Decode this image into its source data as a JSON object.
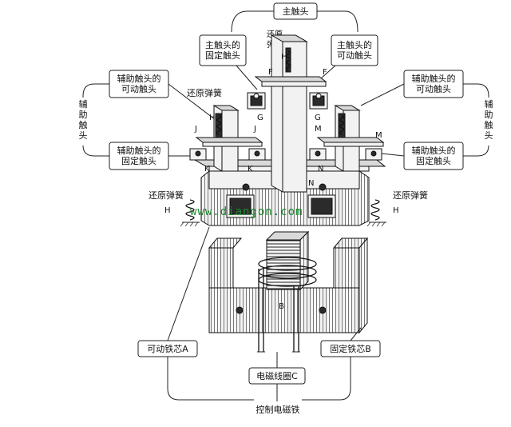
{
  "labels": {
    "main_contact": "主触头",
    "main_fixed": "主触头的\n固定触头",
    "main_movable": "主触头的\n可动触头",
    "return_spring_top": "还原\n弹簧",
    "aux_movable_left": "辅助触头的\n可动触头",
    "aux_movable_right": "辅助触头的\n可动触头",
    "aux_fixed_left": "辅助触头的\n固定触头",
    "aux_fixed_right": "辅助触头的\n固定触头",
    "aux_contact_left": "辅\n助\n触\n头",
    "aux_contact_right": "辅\n助\n触\n头",
    "return_spring_mid": "还原弹簧",
    "return_spring_left": "还原弹簧",
    "return_spring_right": "还原弹簧",
    "movable_core": "可动铁芯A",
    "fixed_core": "固定铁芯B",
    "coil": "电磁线圈C",
    "control_magnet": "控制电磁铁",
    "watermark": "www.diangon.com"
  },
  "letters": {
    "H_top": "H",
    "F_left": "F",
    "F_right": "F",
    "G_left": "G",
    "G_right": "G",
    "H_mid": "H",
    "J_left": "J",
    "J_right": "J",
    "M_left": "M",
    "M_right": "M",
    "K_left": "K",
    "K_right": "K",
    "N_left": "N",
    "N_right": "N",
    "H_left": "H",
    "H_right": "H",
    "B": "B"
  }
}
